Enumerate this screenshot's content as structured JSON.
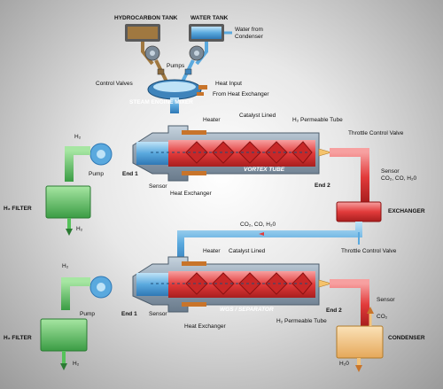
{
  "labels": {
    "hydrocarbon_tank": "HYDROCARBON TANK",
    "water_tank": "WATER TANK",
    "water_from_condenser": "Water from\nCondenser",
    "pumps": "Pumps",
    "control_valves": "Control Valves",
    "heat_input": "Heat Input",
    "from_heat_exchanger": "From Heat Exchanger",
    "steam_engine_mixer": "STEAM ENGINE MIXER",
    "heater": "Heater",
    "catalyst_lined": "Catalyst Lined",
    "h2_permeable_tube": "H₂ Permeable Tube",
    "throttle_control_valve": "Throttle Control Valve",
    "h2": "H₂",
    "pump": "Pump",
    "end1": "End 1",
    "end2": "End 2",
    "sensor": "Sensor",
    "vortex_tube": "VORTEX TUBE",
    "heat_exchanger": "Heat Exchanger",
    "sensor_gases": "Sensor\nCO₂, CO, H₂0",
    "h2_filter": "H₂ FILTER",
    "exchanger": "EXCHANGER",
    "co2_co_h2o": "CO₂, CO, H₂0",
    "wgs_separator": "WGS / SEPARATOR",
    "co2": "CO₂",
    "condenser": "CONDENSER",
    "h2o": "H₂0"
  },
  "colors": {
    "hot": "#e23b3b",
    "cold": "#5aa9de",
    "hydrogen": "#55c25a",
    "condensate": "#f2c27a",
    "body": "#9aa9b8",
    "heater": "#c8742a"
  }
}
